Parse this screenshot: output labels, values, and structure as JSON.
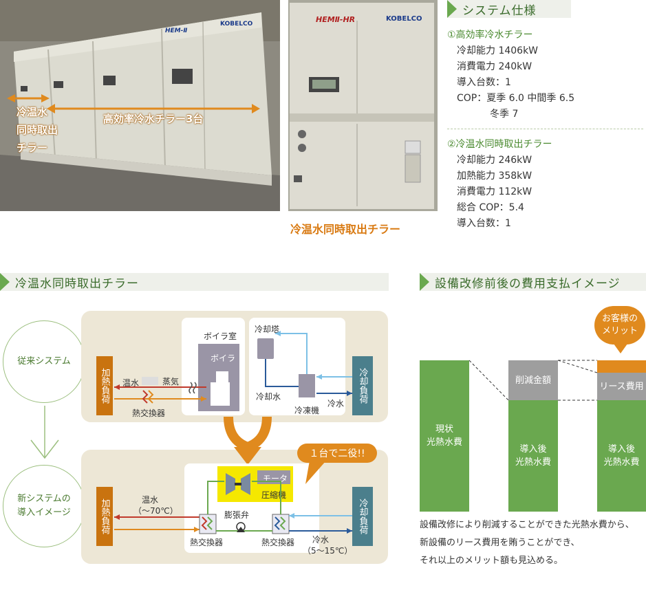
{
  "photos": {
    "left_labels": {
      "dual_chiller": [
        "冷温水",
        "同時取出",
        "チラー"
      ],
      "high_eff": "高効率冷水チラー3台"
    },
    "left_logos": [
      "KOBELCO",
      "HEM-Ⅱ"
    ],
    "right_logos": [
      "KOBELCO",
      "HEMⅡ-HR"
    ],
    "right_caption": "冷温水同時取出チラー"
  },
  "system_spec": {
    "heading": "システム仕様",
    "chiller1": {
      "title": "①高効率冷水チラー",
      "lines": [
        "冷却能力 1406kW",
        "消費電力 240kW",
        "導入台数：1",
        "COP：夏季 6.0 中間季 6.5",
        "冬季 7"
      ]
    },
    "chiller2": {
      "title": "②冷温水同時取出チラー",
      "lines": [
        "冷却能力 246kW",
        "加熱能力 358kW",
        "消費電力 112kW",
        "総合 COP：5.4",
        "導入台数：1"
      ]
    }
  },
  "diagram": {
    "heading": "冷温水同時取出チラー",
    "old_system": "従来システム",
    "new_system": [
      "新システムの",
      "導入イメージ"
    ],
    "heat_load": "加熱負荷",
    "cool_load": "冷却負荷",
    "boiler_room": "ボイラ室",
    "boiler": "ボイラ",
    "hot_water": "温水",
    "steam": "蒸気",
    "heat_exchanger": "熱交換器",
    "cooling_tower": "冷却塔",
    "cooling_water": "冷却水",
    "refrigerator": "冷凍機",
    "cold_water": "冷水",
    "callout": "１台で二役!!",
    "motor": "モータ",
    "compressor": "圧縮機",
    "hot_water_temp": "（〜70℃）",
    "expansion_valve": "膨張弁",
    "cold_water_temp": "（5〜15℃）"
  },
  "cost": {
    "heading": "設備改修前後の費用支払イメージ",
    "merit_bubble": [
      "お客様の",
      "メリット"
    ],
    "bars": [
      {
        "label": [
          "現状",
          "光熱水費"
        ]
      },
      {
        "label": [
          "導入後",
          "光熱水費"
        ],
        "top": "削減金額"
      },
      {
        "label": [
          "導入後",
          "光熱水費"
        ],
        "top": "リース費用"
      }
    ],
    "note": [
      "設備改修により削減することができた光熱水費から、",
      "新設備のリース費用を賄うことができ、",
      "それ以上のメリット額も見込める。"
    ]
  },
  "colors": {
    "green_bar": "#6aa84f",
    "gray_bar": "#9e9e9e",
    "orange": "#e08a1e",
    "load_orange": "#c9730f",
    "load_teal": "#4b7f8c",
    "panel": "#ede7d6"
  }
}
